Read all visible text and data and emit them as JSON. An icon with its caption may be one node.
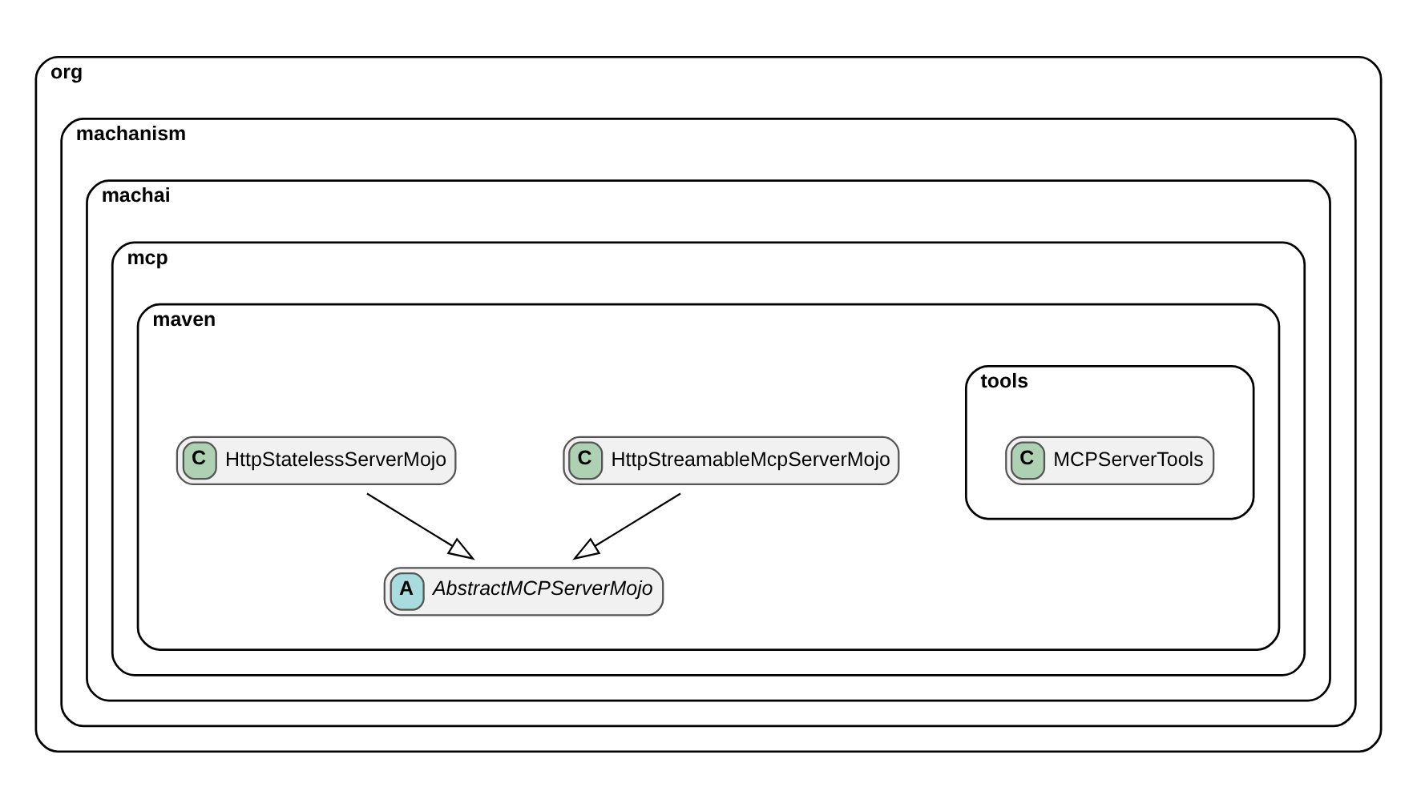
{
  "diagram": {
    "nodes": [
      {
        "text": [
          "org"
        ]
      },
      {
        "text": [
          "machanism"
        ],
        "in": 0
      },
      {
        "text": [
          "machai"
        ],
        "in": 1
      },
      {
        "text": [
          "mcp"
        ],
        "in": 2
      },
      {
        "text": [
          "maven"
        ],
        "in": 3
      },
      {
        "text": [
          "tools"
        ],
        "in": 4
      },
      {
        "text": [
          "C",
          "MCPServerTools"
        ],
        "in": 5
      },
      {
        "text": [
          "C",
          "HttpStreamableMcpServerMojo"
        ],
        "in": 4
      },
      {
        "text": [
          "C",
          "HttpStatelessServerMojo"
        ],
        "in": 4
      },
      {
        "text": [
          "A",
          "AbstractMCPServerMojo"
        ],
        "in": 4
      }
    ],
    "edges": [
      {
        "from": 7,
        "to": 9,
        "arrow": "to"
      },
      {
        "from": 8,
        "to": 9,
        "arrow": "to"
      }
    ]
  }
}
